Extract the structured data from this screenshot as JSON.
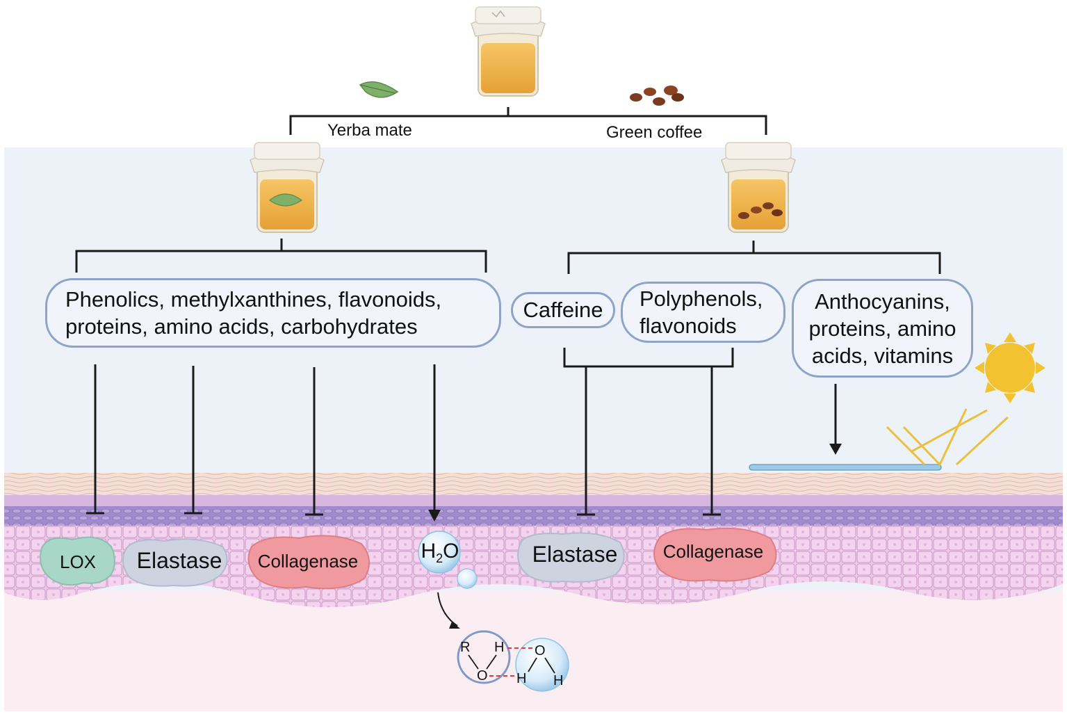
{
  "branches": {
    "left_label": "Yerba mate",
    "right_label": "Green coffee"
  },
  "yerba_box": {
    "line1": "Phenolics, methylxanthines, flavonoids,",
    "line2": "proteins, amino acids, carbohydrates"
  },
  "coffee_boxes": {
    "caffeine": "Caffeine",
    "poly_line1": "Polyphenols,",
    "poly_line2": "flavonoids",
    "antho_line1": "Anthocyanins,",
    "antho_line2": "proteins, amino",
    "antho_line3": "acids, vitamins"
  },
  "targets": {
    "lox": "LOX",
    "elastase_1": "Elastase",
    "collagenase_1": "Collagenase",
    "water_h": "H",
    "water_sub": "2",
    "water_o": "O",
    "elastase_2": "Elastase",
    "collagenase_2": "Collagenase"
  },
  "hbond": {
    "r": "R",
    "o1": "O",
    "h1": "H",
    "o2": "O",
    "h2": "H",
    "h3": "H"
  },
  "colors": {
    "sky": "#edf2f9",
    "lower_skin": "#fbeef3",
    "epidermis": "#efc9e9",
    "basal_purple": "#a895cf",
    "stratum_corneum": "#f3ddd4",
    "box_border": "#8da3c8",
    "lox": "#a9d7c7",
    "elastase": "#cdd3df",
    "collagenase": "#f0999f",
    "sun": "#f2c230",
    "honey": "#efb24a"
  }
}
